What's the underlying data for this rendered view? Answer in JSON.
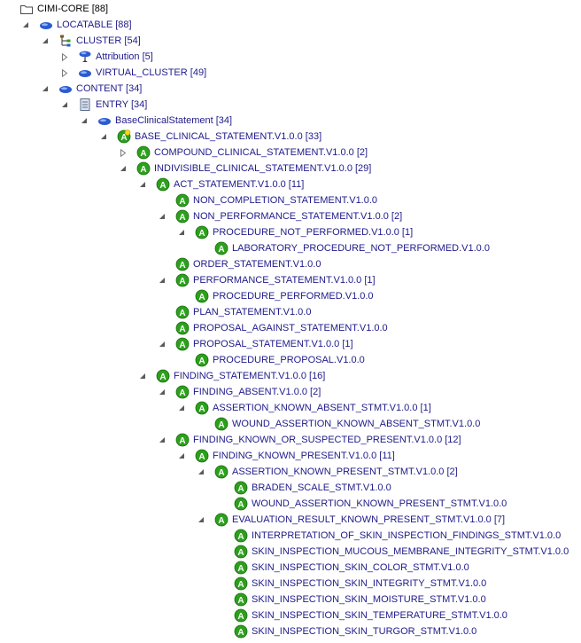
{
  "colors": {
    "label": "#1f1a8a",
    "root_label": "#000000",
    "toggle": "#7a7a7a",
    "archetype_green": "#2ca01c",
    "class_blue": "#2a5bd0"
  },
  "tree": [
    {
      "depth": 0,
      "toggle": "none",
      "icon": "folder-icon",
      "label": "CIMI-CORE [88]"
    },
    {
      "depth": 1,
      "toggle": "expanded",
      "icon": "class-icon",
      "label": "LOCATABLE [88]"
    },
    {
      "depth": 2,
      "toggle": "expanded",
      "icon": "hierarchy-icon",
      "label": "CLUSTER [54]"
    },
    {
      "depth": 3,
      "toggle": "collapsed",
      "icon": "attribution-icon",
      "label": "Attribution [5]"
    },
    {
      "depth": 3,
      "toggle": "collapsed",
      "icon": "class-icon",
      "label": "VIRTUAL_CLUSTER [49]"
    },
    {
      "depth": 2,
      "toggle": "expanded",
      "icon": "class-icon",
      "label": "CONTENT [34]"
    },
    {
      "depth": 3,
      "toggle": "expanded",
      "icon": "entry-icon",
      "label": "ENTRY [34]"
    },
    {
      "depth": 4,
      "toggle": "expanded",
      "icon": "class-icon",
      "label": "BaseClinicalStatement [34]"
    },
    {
      "depth": 5,
      "toggle": "expanded",
      "icon": "archetype-base-icon",
      "label": "BASE_CLINICAL_STATEMENT.V1.0.0 [33]"
    },
    {
      "depth": 6,
      "toggle": "collapsed",
      "icon": "archetype-icon",
      "label": "COMPOUND_CLINICAL_STATEMENT.V1.0.0 [2]"
    },
    {
      "depth": 6,
      "toggle": "expanded",
      "icon": "archetype-icon",
      "label": "INDIVISIBLE_CLINICAL_STATEMENT.V1.0.0 [29]"
    },
    {
      "depth": 7,
      "toggle": "expanded",
      "icon": "archetype-icon",
      "label": "ACT_STATEMENT.V1.0.0 [11]"
    },
    {
      "depth": 8,
      "toggle": "none",
      "icon": "archetype-icon",
      "label": "NON_COMPLETION_STATEMENT.V1.0.0"
    },
    {
      "depth": 8,
      "toggle": "expanded",
      "icon": "archetype-icon",
      "label": "NON_PERFORMANCE_STATEMENT.V1.0.0 [2]"
    },
    {
      "depth": 9,
      "toggle": "expanded",
      "icon": "archetype-icon",
      "label": "PROCEDURE_NOT_PERFORMED.V1.0.0 [1]"
    },
    {
      "depth": 10,
      "toggle": "none",
      "icon": "archetype-icon",
      "label": "LABORATORY_PROCEDURE_NOT_PERFORMED.V1.0.0"
    },
    {
      "depth": 8,
      "toggle": "none",
      "icon": "archetype-icon",
      "label": "ORDER_STATEMENT.V1.0.0"
    },
    {
      "depth": 8,
      "toggle": "expanded",
      "icon": "archetype-icon",
      "label": "PERFORMANCE_STATEMENT.V1.0.0 [1]"
    },
    {
      "depth": 9,
      "toggle": "none",
      "icon": "archetype-icon",
      "label": "PROCEDURE_PERFORMED.V1.0.0"
    },
    {
      "depth": 8,
      "toggle": "none",
      "icon": "archetype-icon",
      "label": "PLAN_STATEMENT.V1.0.0"
    },
    {
      "depth": 8,
      "toggle": "none",
      "icon": "archetype-icon",
      "label": "PROPOSAL_AGAINST_STATEMENT.V1.0.0"
    },
    {
      "depth": 8,
      "toggle": "expanded",
      "icon": "archetype-icon",
      "label": "PROPOSAL_STATEMENT.V1.0.0 [1]"
    },
    {
      "depth": 9,
      "toggle": "none",
      "icon": "archetype-icon",
      "label": "PROCEDURE_PROPOSAL.V1.0.0"
    },
    {
      "depth": 7,
      "toggle": "expanded",
      "icon": "archetype-icon",
      "label": "FINDING_STATEMENT.V1.0.0 [16]"
    },
    {
      "depth": 8,
      "toggle": "expanded",
      "icon": "archetype-icon",
      "label": "FINDING_ABSENT.V1.0.0 [2]"
    },
    {
      "depth": 9,
      "toggle": "expanded",
      "icon": "archetype-icon",
      "label": "ASSERTION_KNOWN_ABSENT_STMT.V1.0.0 [1]"
    },
    {
      "depth": 10,
      "toggle": "none",
      "icon": "archetype-icon",
      "label": "WOUND_ASSERTION_KNOWN_ABSENT_STMT.V1.0.0"
    },
    {
      "depth": 8,
      "toggle": "expanded",
      "icon": "archetype-icon",
      "label": "FINDING_KNOWN_OR_SUSPECTED_PRESENT.V1.0.0 [12]"
    },
    {
      "depth": 9,
      "toggle": "expanded",
      "icon": "archetype-icon",
      "label": "FINDING_KNOWN_PRESENT.V1.0.0 [11]"
    },
    {
      "depth": 10,
      "toggle": "expanded",
      "icon": "archetype-icon",
      "label": "ASSERTION_KNOWN_PRESENT_STMT.V1.0.0 [2]"
    },
    {
      "depth": 11,
      "toggle": "none",
      "icon": "archetype-icon",
      "label": "BRADEN_SCALE_STMT.V1.0.0"
    },
    {
      "depth": 11,
      "toggle": "none",
      "icon": "archetype-icon",
      "label": "WOUND_ASSERTION_KNOWN_PRESENT_STMT.V1.0.0"
    },
    {
      "depth": 10,
      "toggle": "expanded",
      "icon": "archetype-icon",
      "label": "EVALUATION_RESULT_KNOWN_PRESENT_STMT.V1.0.0 [7]"
    },
    {
      "depth": 11,
      "toggle": "none",
      "icon": "archetype-icon",
      "label": "INTERPRETATION_OF_SKIN_INSPECTION_FINDINGS_STMT.V1.0.0"
    },
    {
      "depth": 11,
      "toggle": "none",
      "icon": "archetype-icon",
      "label": "SKIN_INSPECTION_MUCOUS_MEMBRANE_INTEGRITY_STMT.V1.0.0"
    },
    {
      "depth": 11,
      "toggle": "none",
      "icon": "archetype-icon",
      "label": "SKIN_INSPECTION_SKIN_COLOR_STMT.V1.0.0"
    },
    {
      "depth": 11,
      "toggle": "none",
      "icon": "archetype-icon",
      "label": "SKIN_INSPECTION_SKIN_INTEGRITY_STMT.V1.0.0"
    },
    {
      "depth": 11,
      "toggle": "none",
      "icon": "archetype-icon",
      "label": "SKIN_INSPECTION_SKIN_MOISTURE_STMT.V1.0.0"
    },
    {
      "depth": 11,
      "toggle": "none",
      "icon": "archetype-icon",
      "label": "SKIN_INSPECTION_SKIN_TEMPERATURE_STMT.V1.0.0"
    },
    {
      "depth": 11,
      "toggle": "none",
      "icon": "archetype-icon",
      "label": "SKIN_INSPECTION_SKIN_TURGOR_STMT.V1.0.0"
    }
  ]
}
